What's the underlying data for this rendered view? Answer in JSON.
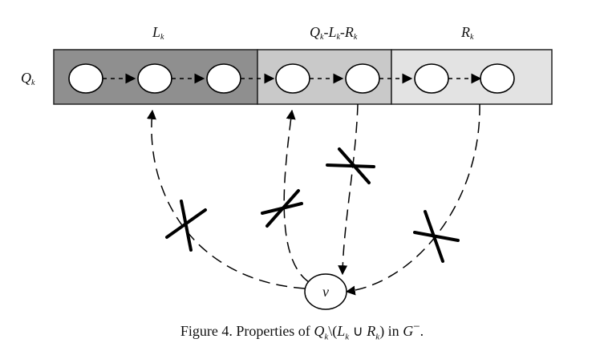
{
  "labels": {
    "row": {
      "main": "Q",
      "sub": "k"
    },
    "left": {
      "main": "L",
      "sub": "k"
    },
    "middle": {
      "main": "Q",
      "sub": "k",
      "rest1": "-L",
      "sub2": "k",
      "rest2": "-R",
      "sub3": "k"
    },
    "right": {
      "main": "R",
      "sub": "k"
    },
    "vertex": "v"
  },
  "caption": {
    "prefix": "Figure 4. Properties of ",
    "q": "Q",
    "q_sub": "k",
    "setminus": "\\(",
    "l": "L",
    "l_sub": "k",
    "union": " ∪ ",
    "r": "R",
    "r_sub": "k",
    "close": ") in ",
    "g": "G",
    "g_sup": "−",
    "suffix": "."
  },
  "colors": {
    "left_region": "#8f8f8f",
    "middle_region": "#c9c9c9",
    "right_region": "#e3e3e3"
  }
}
